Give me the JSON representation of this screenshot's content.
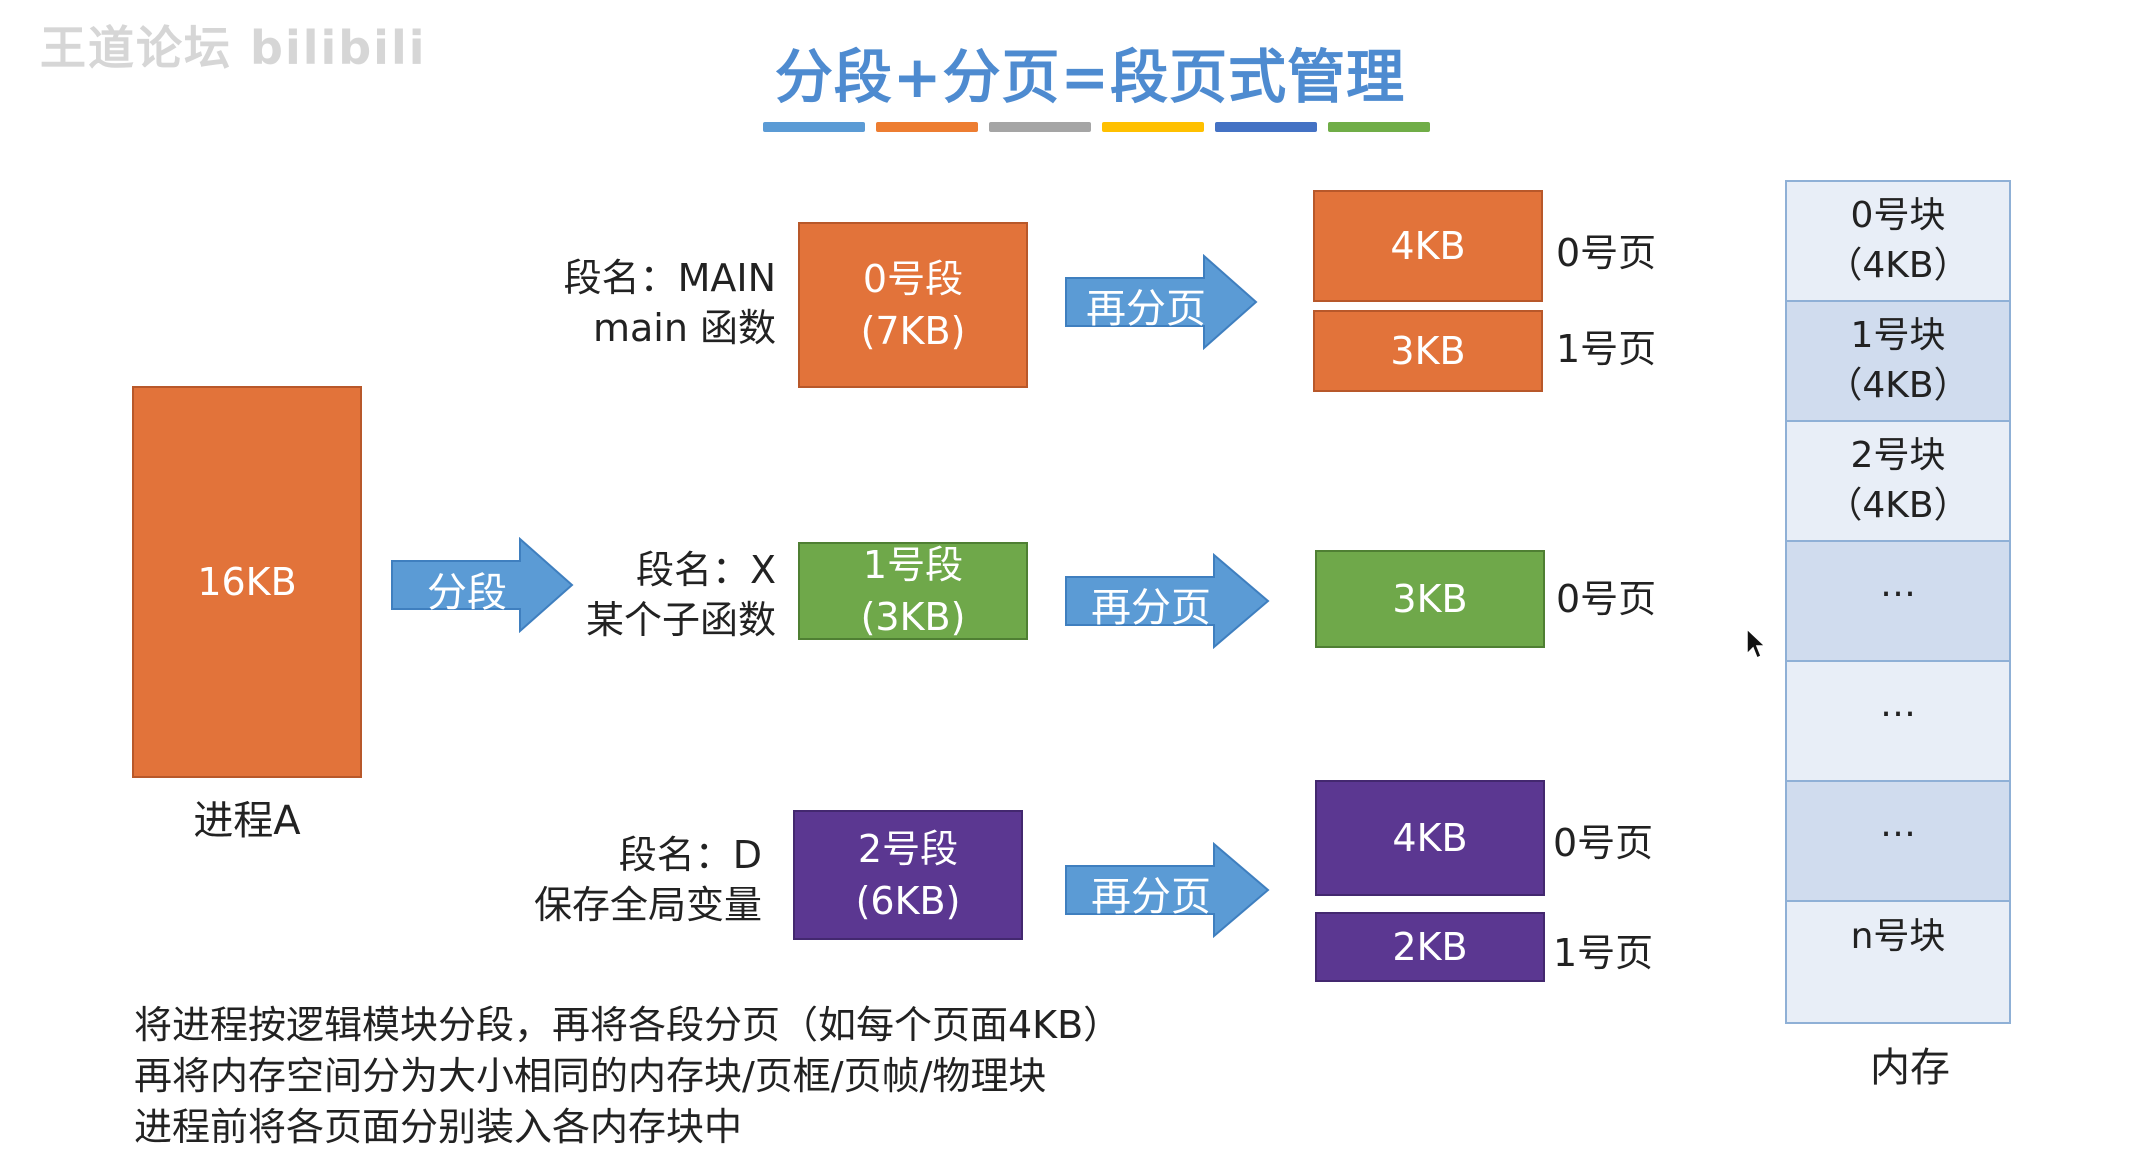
{
  "watermark": "王道论坛 bilibili",
  "title": "分段+分页=段页式管理",
  "title_bar_colors": [
    "#5b9bd5",
    "#ed7d31",
    "#a5a5a5",
    "#ffc000",
    "#4472c4",
    "#70ad47"
  ],
  "process": {
    "size": "16KB",
    "name": "进程A"
  },
  "segment_arrow": "分段",
  "segments": [
    {
      "name_line1": "段名：MAIN",
      "name_line2": "main 函数",
      "seg_line1": "0号段",
      "seg_line2": "(7KB)",
      "arrow": "再分页",
      "pages": [
        {
          "size": "4KB",
          "label": "0号页"
        },
        {
          "size": "3KB",
          "label": "1号页"
        }
      ],
      "color": "#e2733a"
    },
    {
      "name_line1": "段名：X",
      "name_line2": "某个子函数",
      "seg_line1": "1号段",
      "seg_line2": "(3KB)",
      "arrow": "再分页",
      "pages": [
        {
          "size": "3KB",
          "label": "0号页"
        }
      ],
      "color": "#6fa84a"
    },
    {
      "name_line1": "段名：D",
      "name_line2": "保存全局变量",
      "seg_line1": "2号段",
      "seg_line2": "(6KB)",
      "arrow": "再分页",
      "pages": [
        {
          "size": "4KB",
          "label": "0号页"
        },
        {
          "size": "2KB",
          "label": "1号页"
        }
      ],
      "color": "#5b3791"
    }
  ],
  "memory": {
    "label": "内存",
    "blocks": [
      {
        "line1": "0号块",
        "line2": "（4KB）"
      },
      {
        "line1": "1号块",
        "line2": "（4KB）"
      },
      {
        "line1": "2号块",
        "line2": "（4KB）"
      },
      {
        "line1": "…",
        "line2": ""
      },
      {
        "line1": "…",
        "line2": ""
      },
      {
        "line1": "…",
        "line2": ""
      },
      {
        "line1": "n号块",
        "line2": ""
      }
    ]
  },
  "notes": [
    "将进程按逻辑模块分段，再将各段分页（如每个页面4KB）",
    "再将内存空间分为大小相同的内存块/页框/页帧/物理块",
    "进程前将各页面分别装入各内存块中"
  ]
}
